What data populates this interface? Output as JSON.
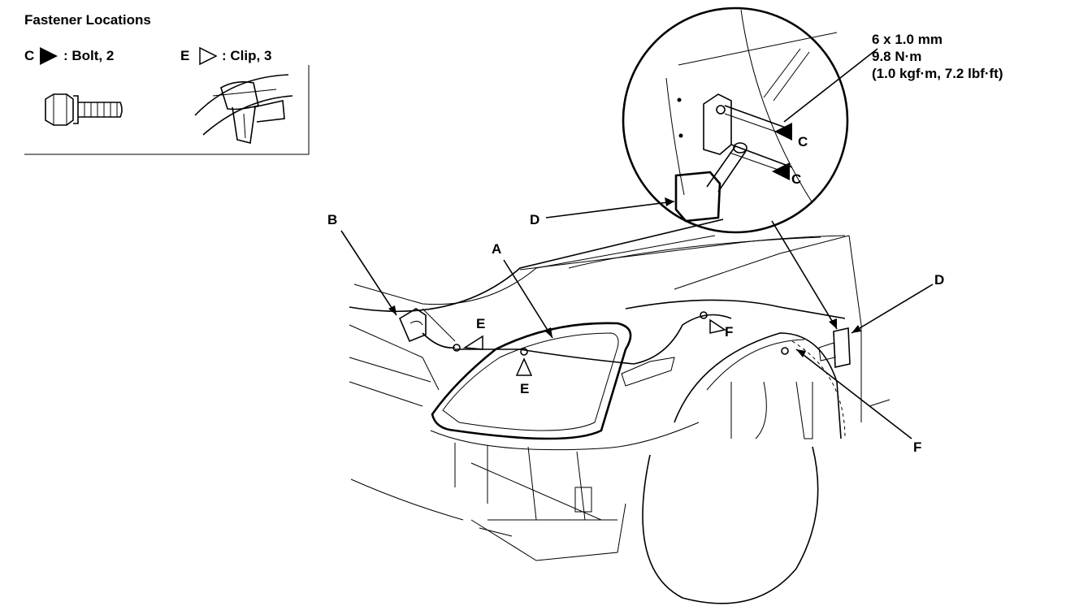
{
  "legend": {
    "title": "Fastener Locations",
    "bolt": {
      "letter": "C",
      "text": ": Bolt, 2"
    },
    "clip": {
      "letter": "E",
      "text": ": Clip, 3"
    }
  },
  "spec": {
    "line1": "6 x 1.0 mm",
    "line2": "9.8 N·m",
    "line3": "(1.0 kgf·m, 7.2 lbf·ft)"
  },
  "callouts": {
    "A": "A",
    "B": "B",
    "C": "C",
    "D": "D",
    "E": "E",
    "F": "F"
  },
  "icons": {
    "bolt_marker": "filled-triangle-icon",
    "clip_marker": "outline-triangle-icon"
  }
}
